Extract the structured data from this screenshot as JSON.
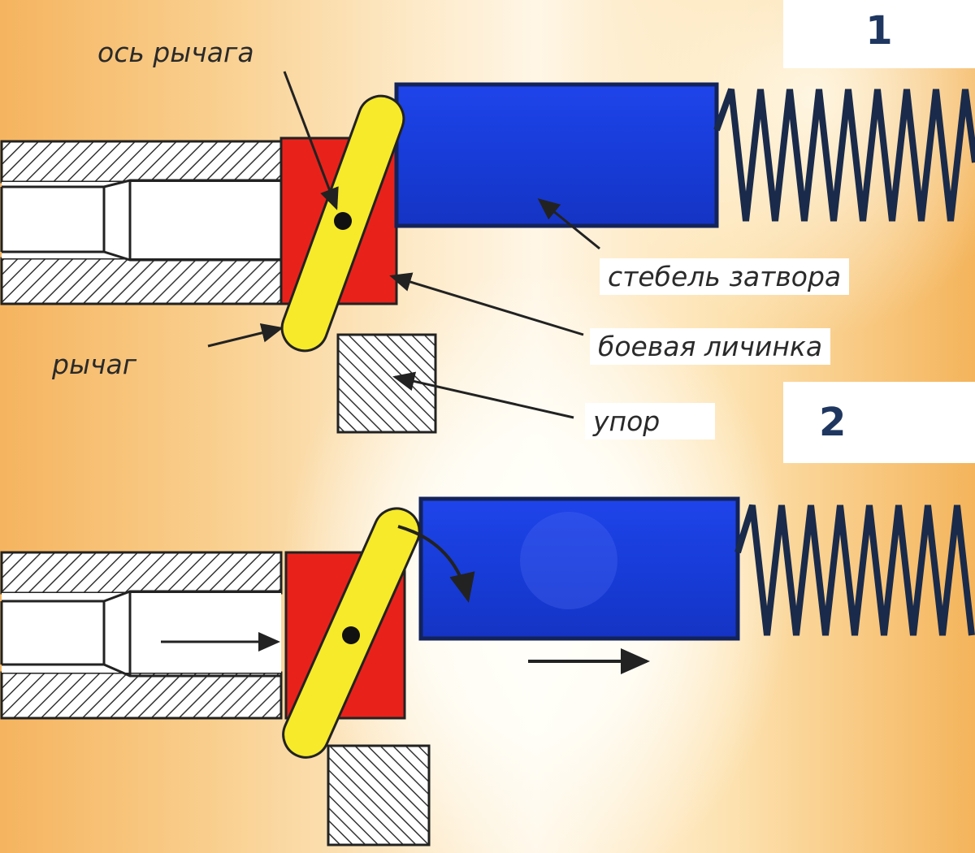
{
  "panels": [
    {
      "number": "1"
    },
    {
      "number": "2"
    }
  ],
  "labels": {
    "lever_axis": "ось рычага",
    "bolt_stem": "стебель затвора",
    "combat_larva": "боевая личинка",
    "lever": "рычаг",
    "stop": "упор"
  },
  "colors": {
    "bolt": "#1a3fe0",
    "larva": "#e8221a",
    "lever": "#f7ea2a",
    "spring": "#1a2a4a"
  }
}
